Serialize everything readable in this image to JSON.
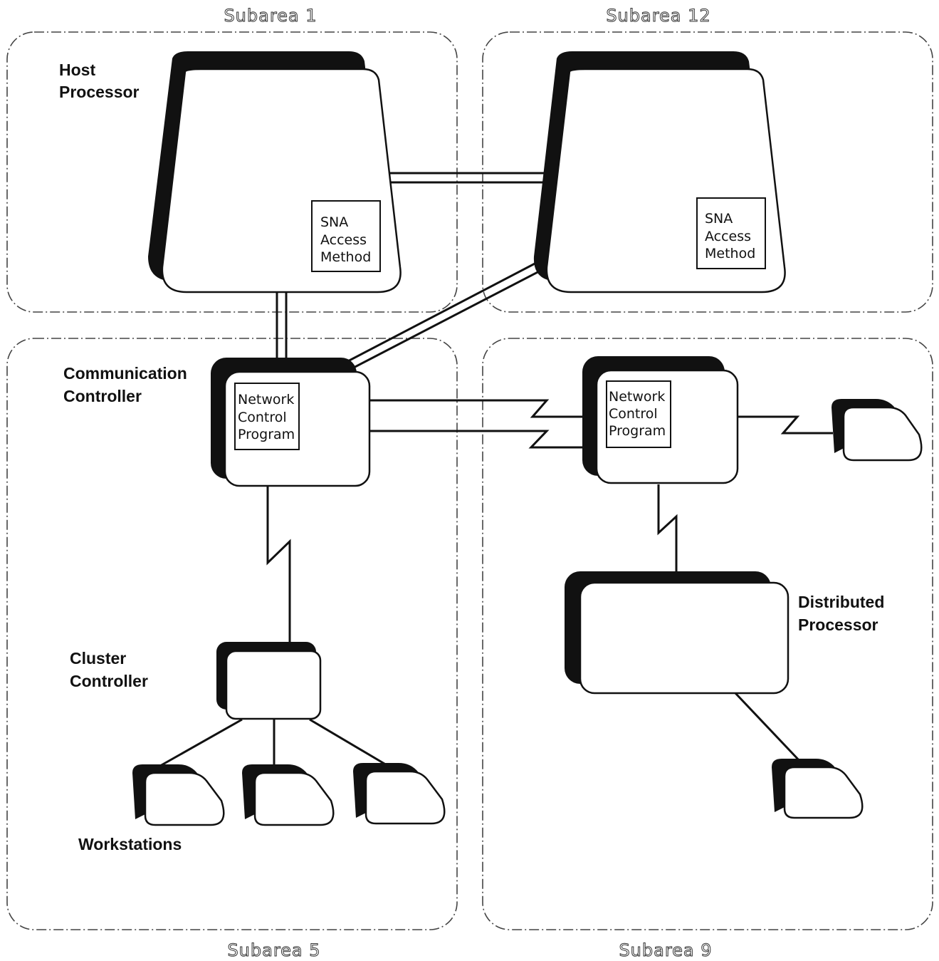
{
  "subareas": {
    "top_left": "Subarea 1",
    "top_right": "Subarea 12",
    "bottom_left": "Subarea 5",
    "bottom_right": "Subarea 9"
  },
  "labels": {
    "host_processor": [
      "Host",
      "Processor"
    ],
    "communication_controller": [
      "Communication",
      "Controller"
    ],
    "cluster_controller": [
      "Cluster",
      "Controller"
    ],
    "workstations": "Workstations",
    "distributed_processor": [
      "Distributed",
      "Processor"
    ]
  },
  "access_method_1": [
    "SNA",
    "Access",
    "Method"
  ],
  "access_method_12": [
    "SNA",
    "Access",
    "Method"
  ],
  "ncp_5": [
    "Network",
    "Control",
    "Program"
  ],
  "ncp_9": [
    "Network",
    "Control",
    "Program"
  ]
}
